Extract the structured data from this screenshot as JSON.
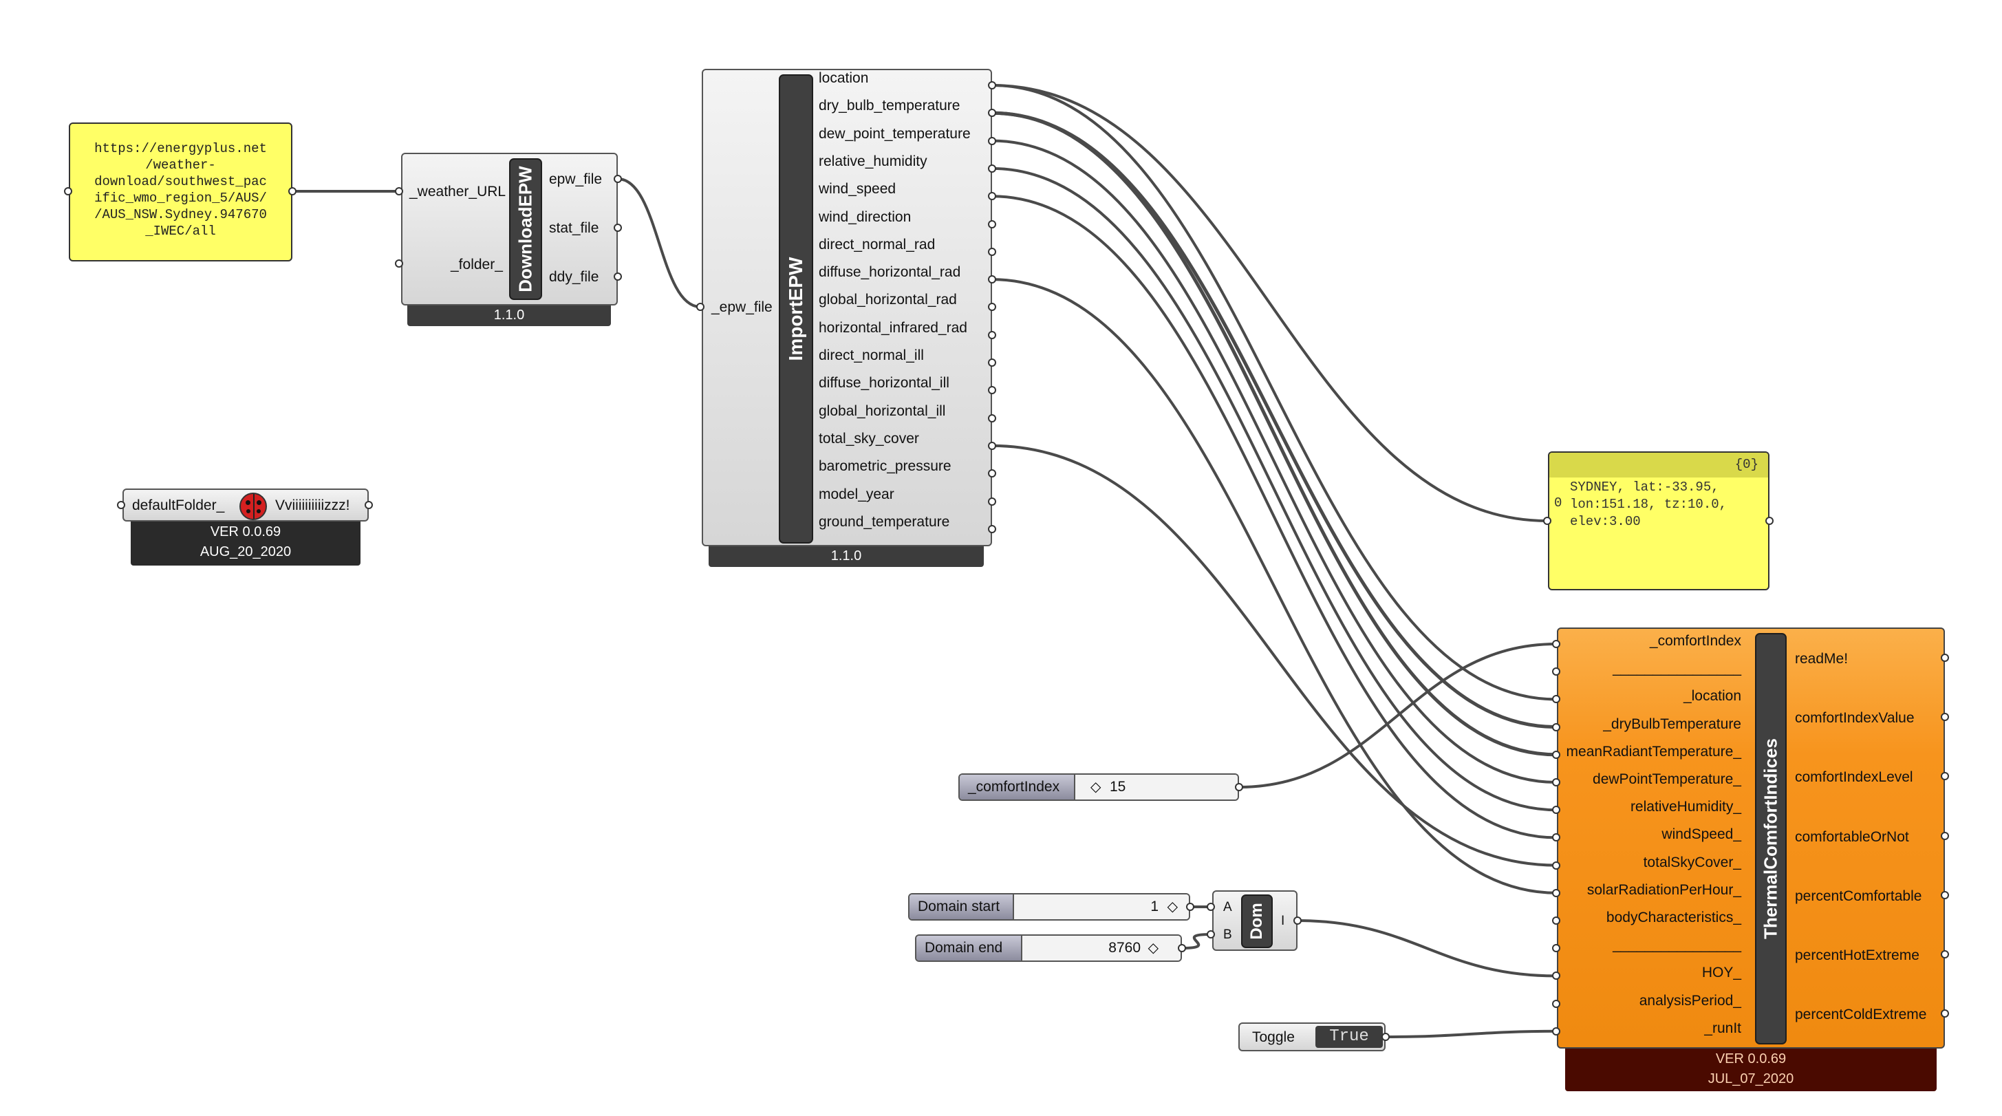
{
  "canvas": {
    "background": "#ffffff",
    "wire_color": "#4a4a4a"
  },
  "url_panel": {
    "text_lines": [
      "https://energyplus.net",
      "/weather-",
      "download/southwest_pac",
      "ific_wmo_region_5/AUS/",
      "/AUS_NSW.Sydney.947670",
      "_IWEC/all"
    ],
    "color": "#ffff66"
  },
  "download_epw": {
    "name": "DownloadEPW",
    "inputs": [
      "_weather_URL",
      "_folder_"
    ],
    "outputs": [
      "epw_file",
      "stat_file",
      "ddy_file"
    ],
    "version": "1.1.0"
  },
  "import_epw": {
    "name": "ImportEPW",
    "inputs": [
      "_epw_file"
    ],
    "outputs": [
      "location",
      "dry_bulb_temperature",
      "dew_point_temperature",
      "relative_humidity",
      "wind_speed",
      "wind_direction",
      "direct_normal_rad",
      "diffuse_horizontal_rad",
      "global_horizontal_rad",
      "horizontal_infrared_rad",
      "direct_normal_ill",
      "diffuse_horizontal_ill",
      "global_horizontal_ill",
      "total_sky_cover",
      "barometric_pressure",
      "model_year",
      "ground_temperature"
    ],
    "version": "1.1.0"
  },
  "ladybug": {
    "input": "defaultFolder_",
    "output": "Vviiiiiiiiiizzz!",
    "icon": "ladybug-icon",
    "version": "VER 0.0.69",
    "date": "AUG_20_2020"
  },
  "location_panel": {
    "header": "{0}",
    "index": "0",
    "text_lines": [
      "SYDNEY, lat:-33.95,",
      "lon:151.18, tz:10.0,",
      "elev:3.00"
    ],
    "color": "#ffff66"
  },
  "thermal": {
    "name": "ThermalComfortIndices",
    "inputs": [
      "_comfortIndex",
      "________________",
      "_location",
      "_dryBulbTemperature",
      "meanRadiantTemperature_",
      "dewPointTemperature_",
      "relativeHumidity_",
      "windSpeed_",
      "totalSkyCover_",
      "solarRadiationPerHour_",
      "bodyCharacteristics_",
      "________________",
      "HOY_",
      "analysisPeriod_",
      "_runIt"
    ],
    "outputs": [
      "readMe!",
      "comfortIndexValue",
      "comfortIndexLevel",
      "comfortableOrNot",
      "percentComfortable",
      "percentHotExtreme",
      "percentColdExtreme"
    ],
    "version": "VER 0.0.69",
    "date": "JUL_07_2020",
    "color": "#f7941d"
  },
  "sliders": {
    "comfort_index": {
      "name": "_comfortIndex",
      "value": "15"
    },
    "domain_start": {
      "name": "Domain start",
      "value": "1"
    },
    "domain_end": {
      "name": "Domain end",
      "value": "8760"
    }
  },
  "domain": {
    "name": "Dom",
    "inputs": [
      "A",
      "B"
    ],
    "output": "I"
  },
  "toggle": {
    "name": "Toggle",
    "value": "True"
  }
}
